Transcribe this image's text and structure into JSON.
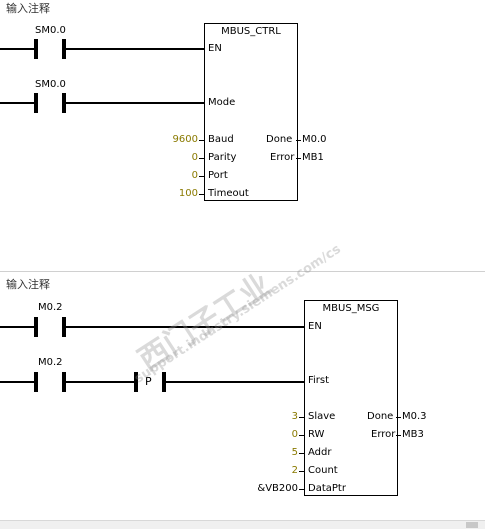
{
  "network1": {
    "comment": "输入注释",
    "contact1": "SM0.0",
    "contact2": "SM0.0",
    "box": {
      "title": "MBUS_CTRL",
      "inputs": [
        "EN",
        "Mode",
        "Baud",
        "Parity",
        "Port",
        "Timeout"
      ],
      "input_values": {
        "baud": "9600",
        "parity": "0",
        "port": "0",
        "timeout": "100"
      },
      "outputs": [
        "Done",
        "Error"
      ],
      "output_values": [
        "M0.0",
        "MB1"
      ]
    }
  },
  "network2": {
    "comment": "输入注释",
    "contact1": "M0.2",
    "contact2": "M0.2",
    "p_contact": "P",
    "box": {
      "title": "MBUS_MSG",
      "inputs": [
        "EN",
        "First",
        "Slave",
        "RW",
        "Addr",
        "Count",
        "DataPtr"
      ],
      "input_values": {
        "slave": "3",
        "rw": "0",
        "addr": "5",
        "count": "2",
        "dataptr": "&VB200"
      },
      "outputs": [
        "Done",
        "Error"
      ],
      "output_values": [
        "M0.3",
        "MB3"
      ]
    }
  },
  "watermark": [
    "西门子工业",
    "support.industry.siemens.com/cs"
  ]
}
